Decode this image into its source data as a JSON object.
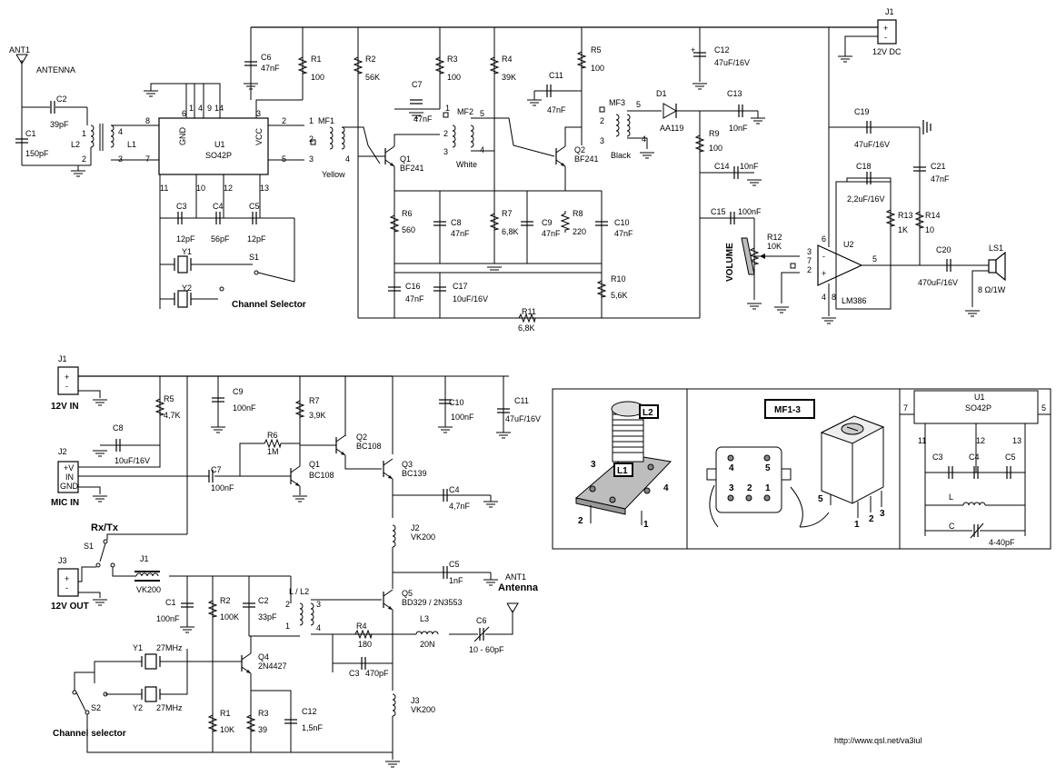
{
  "receiver": {
    "ant1_ref": "ANT1",
    "ant1_name": "ANTENNA",
    "c1": {
      "ref": "C1",
      "val": "150pF"
    },
    "c2": {
      "ref": "C2",
      "val": "39pF"
    },
    "l1": "L1",
    "l2": "L2",
    "u1": {
      "ref": "U1",
      "part": "SO42P"
    },
    "u1_pins": {
      "gnd": "GND",
      "vcc": "VCC",
      "p1": "1",
      "p2": "2",
      "p3": "3",
      "p4": "4",
      "p5": "5",
      "p6": "6",
      "p7": "7",
      "p8": "8",
      "p9": "9",
      "p10": "10",
      "p11": "11",
      "p12": "12",
      "p13": "13",
      "p14": "14"
    },
    "coil_pins": {
      "a": "4",
      "b": "1",
      "c": "2",
      "d": "3"
    },
    "c6": {
      "ref": "C6",
      "val": "47nF"
    },
    "r1": {
      "ref": "R1",
      "val": "100"
    },
    "r2": {
      "ref": "R2",
      "val": "56K"
    },
    "c7": {
      "ref": "C7",
      "val": "47nF"
    },
    "r3": {
      "ref": "R3",
      "val": "100"
    },
    "r4": {
      "ref": "R4",
      "val": "39K"
    },
    "c11": {
      "ref": "C11",
      "val": "47nF"
    },
    "r5": {
      "ref": "R5",
      "val": "100"
    },
    "c12": {
      "ref": "C12",
      "val": "47uF/16V"
    },
    "j1": {
      "ref": "J1",
      "val": "12V DC"
    },
    "mf1": {
      "ref": "MF1",
      "color": "Yellow"
    },
    "mf2": {
      "ref": "MF2",
      "color": "White"
    },
    "mf3": {
      "ref": "MF3",
      "color": "Black"
    },
    "mf_pins": {
      "p1": "1",
      "p2": "2",
      "p3": "3",
      "p4": "4",
      "p5": "5"
    },
    "q1": {
      "ref": "Q1",
      "part": "BF241"
    },
    "q2": {
      "ref": "Q2",
      "part": "BF241"
    },
    "d1": {
      "ref": "D1",
      "part": "AA119"
    },
    "c13": {
      "ref": "C13",
      "val": "10nF"
    },
    "r9": {
      "ref": "R9",
      "val": "100"
    },
    "c14": {
      "ref": "C14",
      "val": "10nF"
    },
    "c15": {
      "ref": "C15",
      "val": "100nF"
    },
    "r12": {
      "ref": "R12",
      "val": "10K"
    },
    "volume": "VOLUME",
    "c19": {
      "ref": "C19",
      "val": "47uF/16V"
    },
    "c18": {
      "ref": "C18",
      "val": "2,2uF/16V"
    },
    "c21": {
      "ref": "C21",
      "val": "47nF"
    },
    "r13": {
      "ref": "R13",
      "val": "1K"
    },
    "r14": {
      "ref": "R14",
      "val": "10"
    },
    "u2": {
      "ref": "U2",
      "part": "LM386"
    },
    "u2_pins": {
      "p2": "2",
      "p3": "3",
      "p4": "4",
      "p5": "5",
      "p6": "6",
      "p7": "7",
      "p8": "8"
    },
    "c20": {
      "ref": "C20",
      "val": "470uF/16V"
    },
    "ls1": {
      "ref": "LS1",
      "val": "8 Ω/1W"
    },
    "c3": {
      "ref": "C3",
      "val": "12pF"
    },
    "c4": {
      "ref": "C4",
      "val": "56pF"
    },
    "c5": {
      "ref": "C5",
      "val": "12pF"
    },
    "y1": "Y1",
    "y2": "Y2",
    "s1": "S1",
    "channel_selector": "Channel Selector",
    "r6": {
      "ref": "R6",
      "val": "560"
    },
    "c8": {
      "ref": "C8",
      "val": "47nF"
    },
    "r7": {
      "ref": "R7",
      "val": "6,8K"
    },
    "c9": {
      "ref": "C9",
      "val": "47nF"
    },
    "r8": {
      "ref": "R8",
      "val": "220"
    },
    "c10": {
      "ref": "C10",
      "val": "47nF"
    },
    "c16": {
      "ref": "C16",
      "val": "47nF"
    },
    "c17": {
      "ref": "C17",
      "val": "10uF/16V"
    },
    "r10": {
      "ref": "R10",
      "val": "5,6K"
    },
    "r11": {
      "ref": "R11",
      "val": "6,8K"
    }
  },
  "transmitter": {
    "j1": {
      "ref": "J1",
      "val": "12V IN"
    },
    "r5": {
      "ref": "R5",
      "val": "4,7K"
    },
    "c9": {
      "ref": "C9",
      "val": "100nF"
    },
    "r7": {
      "ref": "R7",
      "val": "3,9K"
    },
    "c10": {
      "ref": "C10",
      "val": "100nF"
    },
    "c11": {
      "ref": "C11",
      "val": "47uF/16V"
    },
    "c8": {
      "ref": "C8",
      "val": "10uF/16V"
    },
    "r6": {
      "ref": "R6",
      "val": "1M"
    },
    "q2": {
      "ref": "Q2",
      "part": "BC108"
    },
    "j2": {
      "ref": "J2",
      "val": "MIC IN",
      "pin_v": "+V",
      "pin_in": "IN",
      "pin_gnd": "GND"
    },
    "c7": {
      "ref": "C7",
      "val": "100nF"
    },
    "q1": {
      "ref": "Q1",
      "part": "BC108"
    },
    "q3": {
      "ref": "Q3",
      "part": "BC139"
    },
    "c4": {
      "ref": "C4",
      "val": "4,7nF"
    },
    "j2_choke": {
      "ref": "J2",
      "val": "VK200"
    },
    "rxtx": "Rx/Tx",
    "s1": "S1",
    "j1_choke": {
      "ref": "J1",
      "val": "VK200"
    },
    "c5": {
      "ref": "C5",
      "val": "1nF"
    },
    "ant1": {
      "ref": "ANT1",
      "name": "Antenna"
    },
    "j3": {
      "ref": "J3",
      "val": "12V OUT"
    },
    "c1": {
      "ref": "C1",
      "val": "100nF"
    },
    "r2": {
      "ref": "R2",
      "val": "100K"
    },
    "c2": {
      "ref": "C2",
      "val": "33pF"
    },
    "l_l2": "L / L2",
    "coil_pins": {
      "p1": "1",
      "p2": "2",
      "p3": "3",
      "p4": "4"
    },
    "q5": {
      "ref": "Q5",
      "part": "BD329 / 2N3553"
    },
    "l3": {
      "ref": "L3",
      "val": "20N"
    },
    "c6": {
      "ref": "C6",
      "val": "10 - 60pF"
    },
    "r4": {
      "ref": "R4",
      "val": "180"
    },
    "c3": {
      "ref": "C3",
      "val": "470pF"
    },
    "y1": {
      "ref": "Y1",
      "val": "27MHz"
    },
    "y2": {
      "ref": "Y2",
      "val": "27MHz"
    },
    "q4": {
      "ref": "Q4",
      "part": "2N4427"
    },
    "s2": "S2",
    "channel_selector": "Channel selector",
    "r1": {
      "ref": "R1",
      "val": "10K"
    },
    "r3": {
      "ref": "R3",
      "val": "39"
    },
    "c12": {
      "ref": "C12",
      "val": "1,5nF"
    },
    "j3_choke": {
      "ref": "J3",
      "val": "VK200"
    }
  },
  "panels": {
    "l2_tag": "L2",
    "l1_tag": "L1",
    "coil_pins": {
      "p1": "1",
      "p2": "2",
      "p3": "3",
      "p4": "4"
    },
    "mf_tag": "MF1-3",
    "mf_pins": {
      "p1": "1",
      "p2": "2",
      "p3": "3",
      "p4": "4",
      "p5": "5"
    },
    "u1": {
      "ref": "U1",
      "part": "SO42P"
    },
    "u1_pins": {
      "p5": "5",
      "p7": "7",
      "p11": "11",
      "p12": "12",
      "p13": "13"
    },
    "c3": "C3",
    "c4": "C4",
    "c5": "C5",
    "l": "L",
    "c": "C",
    "c_val": "4-40pF"
  },
  "footer_url": "http://www.qsl.net/va3iul"
}
